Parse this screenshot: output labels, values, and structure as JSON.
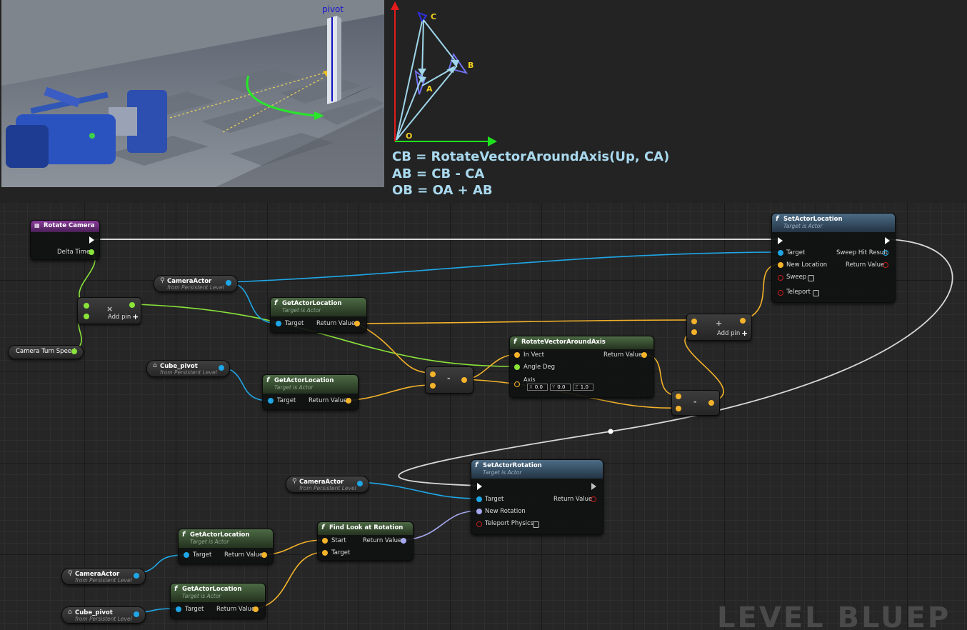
{
  "viewport": {
    "pivot_label": "pivot"
  },
  "diagram": {
    "point_c": "C",
    "point_b": "B",
    "point_a": "A",
    "point_o": "O"
  },
  "formulas": [
    "CB = RotateVectorAroundAxis(Up, CA)",
    "AB = CB - CA",
    "OB = OA + AB"
  ],
  "colors": {
    "vector_pin": "#f4b32a",
    "object_pin": "#1fa6e6",
    "float_pin": "#8ae43a",
    "rotator_pin": "#a5a8ee",
    "exec_wire": "#d8d8d8"
  },
  "nodes": {
    "rotate_camera": {
      "title": "Rotate Camera",
      "delta_time": "Delta Time",
      "icon": "event-icon"
    },
    "camera_actor_1": {
      "title": "CameraActor",
      "sub": "from Persistent Level"
    },
    "add_float": {
      "symbol": "×",
      "add_pin": "Add pin",
      "plus": "+"
    },
    "camera_turn_speed": {
      "title": "Camera Turn Speed"
    },
    "get_actor_location_1": {
      "title": "GetActorLocation",
      "sub": "Target is Actor",
      "target": "Target",
      "ret": "Return Value"
    },
    "cube_pivot_1": {
      "title": "Cube_pivot",
      "sub": "from Persistent Level"
    },
    "get_actor_location_2": {
      "title": "GetActorLocation",
      "sub": "Target is Actor",
      "target": "Target",
      "ret": "Return Value"
    },
    "subtract_1": {
      "symbol": "-"
    },
    "rotate_vector": {
      "title": "RotateVectorAroundAxis",
      "in_vect": "In Vect",
      "angle": "Angle Deg",
      "axis": "Axis",
      "ret": "Return Value",
      "axis_x_label": "X",
      "axis_x": "0.0",
      "axis_y_label": "Y",
      "axis_y": "0.0",
      "axis_z_label": "Z",
      "axis_z": "1.0"
    },
    "add_vector": {
      "symbol": "+",
      "add_pin": "Add pin",
      "plus": "+"
    },
    "subtract_2": {
      "symbol": "-"
    },
    "set_actor_location": {
      "title": "SetActorLocation",
      "sub": "Target is Actor",
      "target": "Target",
      "new_location": "New Location",
      "sweep": "Sweep",
      "teleport": "Teleport",
      "sweep_hit": "Sweep Hit Result",
      "ret": "Return Value"
    },
    "camera_actor_2": {
      "title": "CameraActor",
      "sub": "from Persistent Level"
    },
    "set_actor_rotation": {
      "title": "SetActorRotation",
      "sub": "Target is Actor",
      "target": "Target",
      "new_rotation": "New Rotation",
      "teleport": "Teleport Physics",
      "ret": "Return Value"
    },
    "get_actor_location_3": {
      "title": "GetActorLocation",
      "sub": "Target is Actor",
      "target": "Target",
      "ret": "Return Value"
    },
    "find_look_at": {
      "title": "Find Look at Rotation",
      "start": "Start",
      "target": "Target",
      "ret": "Return Value"
    },
    "camera_actor_3": {
      "title": "CameraActor",
      "sub": "from Persistent Level"
    },
    "get_actor_location_4": {
      "title": "GetActorLocation",
      "sub": "Target is Actor",
      "target": "Target",
      "ret": "Return Value"
    },
    "cube_pivot_2": {
      "title": "Cube_pivot",
      "sub": "from Persistent Level"
    }
  },
  "watermark": "LEVEL BLUEP"
}
